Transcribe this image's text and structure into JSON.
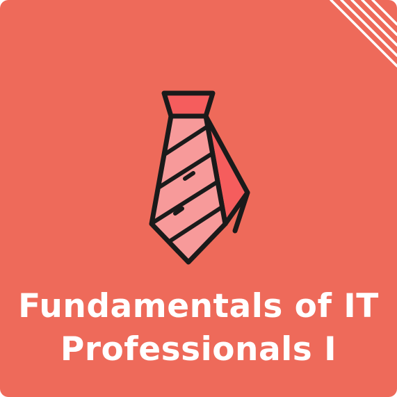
{
  "card": {
    "title_lines": [
      "Fundamentals of IT",
      "Professionals I"
    ],
    "background_color": "#EE6A5A",
    "icon": "necktie-icon",
    "decoration": "diagonal-stripes"
  }
}
